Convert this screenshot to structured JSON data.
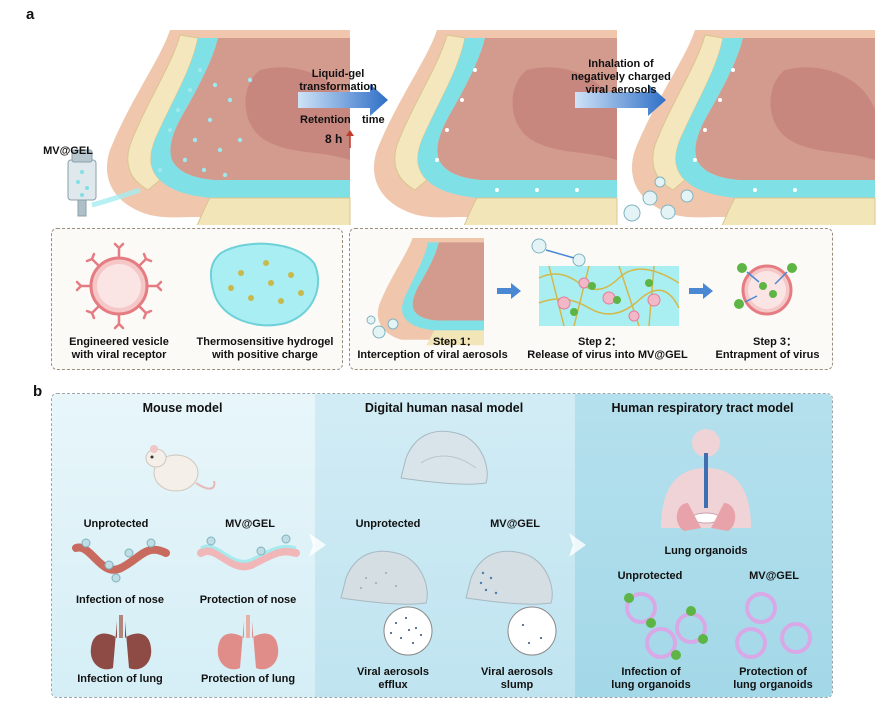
{
  "panel_a": {
    "letter": "a",
    "mvgel_label": "MV@GEL",
    "arrow1": {
      "line1": "Liquid-gel",
      "line2": "transformation",
      "retention": "Retention",
      "time": "time",
      "hours": "8 h"
    },
    "arrow2": {
      "line1": "Inhalation of",
      "line2": "negatively charged",
      "line3": "viral aerosols"
    },
    "left_box": {
      "vesicle_line1": "Engineered vesicle",
      "vesicle_line2": "with viral receptor",
      "hydrogel_line1": "Thermosensitive hydrogel",
      "hydrogel_line2": "with positive charge"
    },
    "right_box": {
      "step1_title": "Step 1：",
      "step1_text": "Interception of viral aerosols",
      "step2_title": "Step 2：",
      "step2_text": "Release of virus into MV@GEL",
      "step3_title": "Step 3：",
      "step3_text": "Entrapment of virus"
    }
  },
  "panel_b": {
    "letter": "b",
    "mouse": {
      "title": "Mouse model",
      "unprotected": "Unprotected",
      "mvgel": "MV@GEL",
      "infection_nose": "Infection of nose",
      "protection_nose": "Protection of nose",
      "infection_lung": "Infection of lung",
      "protection_lung": "Protection of lung"
    },
    "nasal": {
      "title": "Digital human nasal model",
      "unprotected": "Unprotected",
      "mvgel": "MV@GEL",
      "efflux_line1": "Viral aerosols",
      "efflux_line2": "efflux",
      "slump_line1": "Viral aerosols",
      "slump_line2": "slump"
    },
    "respiratory": {
      "title": "Human respiratory tract model",
      "organoids": "Lung organoids",
      "unprotected": "Unprotected",
      "mvgel": "MV@GEL",
      "infection_line1": "Infection of",
      "infection_line2": "lung organoids",
      "protection_line1": "Protection of",
      "protection_line2": "lung organoids"
    }
  },
  "colors": {
    "gel_cyan": "#7fe0e6",
    "skin": "#e9b79b",
    "cavity": "#c98a82",
    "bone": "#f2e6b8",
    "arrow_blue": "#3f7fd0",
    "virus_green": "#5cb544",
    "vesicle_pink": "#e87a80",
    "bg_mouse": "#e3f3f8",
    "bg_nasal": "#cdeaf3",
    "bg_resp": "#a9dbe9"
  }
}
